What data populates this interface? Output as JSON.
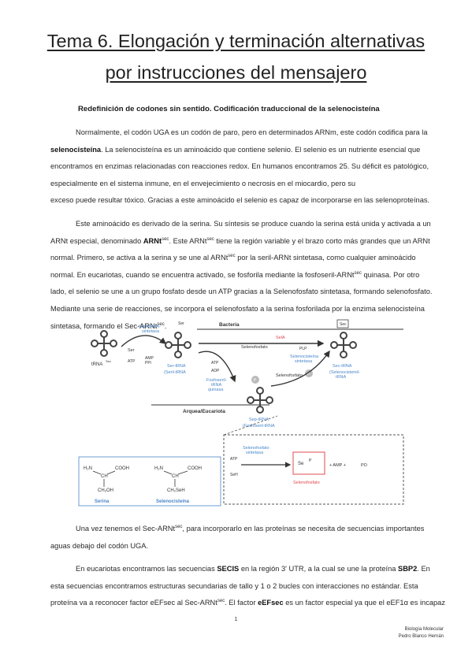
{
  "title": {
    "line1": "Tema 6. Elongación y terminación alternativas",
    "line2": "por instrucciones del mensajero"
  },
  "subtitle": "Redefinición de codones sin sentido. Codificación traduccional de la selenocisteína",
  "p1": {
    "l1": "Normalmente, el codón UGA es un codón de paro, pero en determinados ARNm, este codón codifica para la",
    "l2_b": "selenocisteína",
    "l2": ". La selenocisteína es un aminoácido que contiene selenio. El selenio es un nutriente esencial que",
    "l3": "encontramos en enzimas relacionadas con reacciones redox. En humanos encontramos 25. Su déficit es patológico,",
    "l4": "especialmente en el sistema inmune, en el envejecimiento o necrosis en el miocardio, pero su",
    "l5": "exceso puede resultar tóxico. Gracias a este aminoácido el selenio es capaz de incorporarse en las selenoproteínas."
  },
  "p2": {
    "l1": "Este aminoácido es derivado de la serina. Su síntesis se produce cuando la serina está unida y activada a un",
    "l2a": "ARNt especial, denominado ",
    "l2b": "ARNt",
    "sup": "sec",
    "l2c": ". Este ARNt",
    "l2d": " tiene la región variable y el brazo corto más grandes que un ARNt",
    "l3a": "normal. Primero, se activa a la serina y se une al ARNt",
    "l3b": " por la seril-ARNt sintetasa, como cualquier aminoácido",
    "l4": "normal. En eucariotas, cuando se encuentra activado, se fosforila mediante la    fosfoseril-ARNt",
    "l4b": " quinasa. Por otro",
    "l5": "lado, el selenio se une a un grupo fosfato desde un ATP gracias a la Selenofosfato sintetasa, formando selenofosfato.",
    "l6": "Mediante una serie de reacciones, se incorpora el selenofosfato a la serina fosforilada por la enzima selenocisteína",
    "l7": "sintetasa, formando el Sec-ARNt",
    "l7b": "."
  },
  "figure": {
    "trna": "tRNA",
    "sec": "Sec",
    "ser": "Ser",
    "seryl_synth": "Seril-tRNA-\nsintetasa",
    "atp": "ATP",
    "amp": "AMP",
    "ppi": "PPi",
    "ser_trna": "Ser-tRNA",
    "ser_trna_sub": "(Seril-tRNA",
    "bacteria": "Bacteria",
    "sela": "SelA",
    "plp": "PLP",
    "selenofosfato": "Selenofosfato",
    "selenocys_synth": "Selenocisteína\nsintetasa",
    "adp": "ADP",
    "fosfoseril_kinase": "Fosfoseril-\ntRNA\nquinasa",
    "arquea": "Arquea/Eucariota",
    "sep_trna": "Sep-tRNA",
    "sep_trna_sub": "(Fosfoseril-tRNA",
    "sec_trna": "Sec-tRNA",
    "sec_trna_sub": "(Selenocisteinil-\ntRNA",
    "selenofosfato_synth": "Selenofosfato\nsintetasa",
    "seh2": "SeH",
    "amp2": "+ AMP +",
    "po4": "PO",
    "selenofosfato_label": "Selenofosfato",
    "serina": "Serina",
    "selenocisteina": "Selenocisteína",
    "h2n": "H₂N",
    "cooh": "COOH",
    "ch": "CH",
    "ch2oh": "CH₂OH",
    "ch2seh": "CH₂SeH",
    "p": "P",
    "se": "Se"
  },
  "p3": {
    "l1a": "Una vez tenemos el Sec-ARNt",
    "l1b": ", para incorporarlo en las proteínas se necesita de secuencias importantes",
    "l2": "aguas debajo del codón UGA."
  },
  "p4": {
    "l1a": "En eucariotas encontramos las secuencias ",
    "secis": "SECIS",
    "l1b": " en la región 3' UTR, a la cual se une la proteína ",
    "sbp2": "SBP2",
    "l1c": ". En",
    "l2": "esta secuencias encontramos estructuras secundarias de tallo y 1 o 2 bucles con interacciones no estándar. Esta",
    "l3a": "proteína va a reconocer factor eEFsec al Sec-ARNt",
    "l3b": ". El factor ",
    "eefsec": "eEFsec",
    "l3c": " es un factor especial ya que el eEF1α es incapaz"
  },
  "page_number": "1",
  "footer": {
    "course": "Biología Molecular",
    "author": "Pedro Blanco Hernán"
  },
  "colors": {
    "pink": "#e0484f",
    "blue": "#4a86c8",
    "dark": "#333333"
  }
}
